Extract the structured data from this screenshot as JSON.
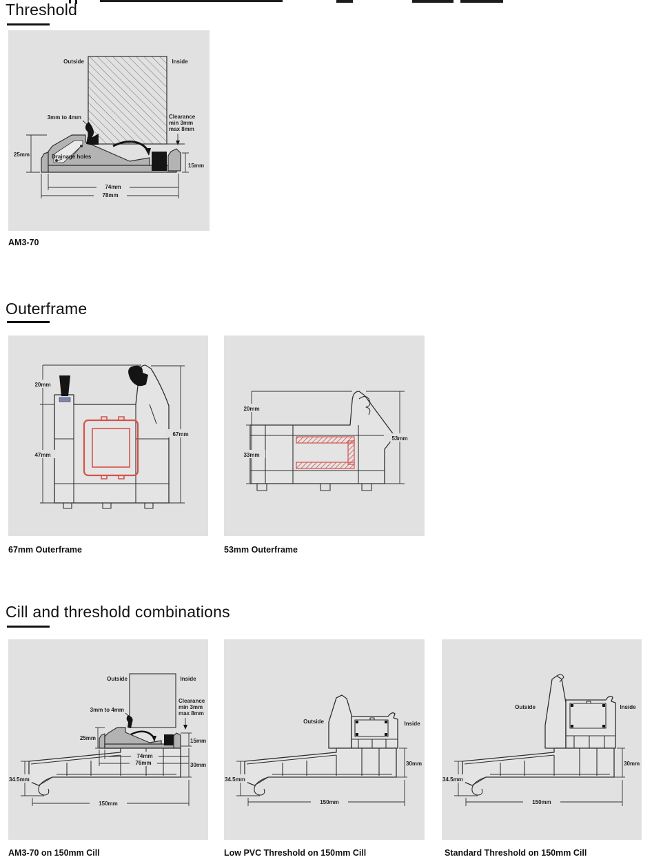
{
  "colors": {
    "panel_bg": "#e1e1e1",
    "outline": "#2f2f2f",
    "steel_red": "#d5524c",
    "aluminium": "#b3b3b3",
    "seal_black": "#141414",
    "heading": "#111111"
  },
  "sections": {
    "threshold": {
      "title": "Threshold",
      "figure": {
        "caption": "AM3-70",
        "labels": {
          "outside": "Outside",
          "inside": "Inside",
          "gap": "3mm to 4mm",
          "clearance_1": "Clearance",
          "clearance_2": "min 3mm",
          "clearance_3": "max 8mm",
          "drainage": "Drainage holes",
          "dim_left": "25mm",
          "dim_right": "15mm",
          "dim_inner": "74mm",
          "dim_outer": "78mm"
        }
      }
    },
    "outerframe": {
      "title": "Outerframe",
      "figures": [
        {
          "caption": "67mm Outerframe",
          "labels": {
            "dim_top": "20mm",
            "dim_bottom": "47mm",
            "dim_total": "67mm"
          }
        },
        {
          "caption": "53mm Outerframe",
          "labels": {
            "dim_top": "20mm",
            "dim_bottom": "33mm",
            "dim_total": "53mm"
          }
        }
      ]
    },
    "combinations": {
      "title": "Cill and threshold combinations",
      "figures": [
        {
          "caption": "AM3-70 on 150mm Cill",
          "labels": {
            "outside": "Outside",
            "inside": "Inside",
            "gap": "3mm to 4mm",
            "clearance_1": "Clearance",
            "clearance_2": "min 3mm",
            "clearance_3": "max 8mm",
            "dim_25": "25mm",
            "dim_15": "15mm",
            "dim_74": "74mm",
            "dim_76": "76mm",
            "dim_30": "30mm",
            "dim_345": "34.5mm",
            "dim_150": "150mm"
          }
        },
        {
          "caption": "Low PVC Threshold on 150mm Cill",
          "labels": {
            "outside": "Outside",
            "inside": "Inside",
            "dim_30": "30mm",
            "dim_345": "34.5mm",
            "dim_150": "150mm"
          }
        },
        {
          "caption": "Standard Threshold on 150mm Cill",
          "labels": {
            "outside": "Outside",
            "inside": "Inside",
            "dim_30": "30mm",
            "dim_345": "34.5mm",
            "dim_150": "150mm"
          }
        }
      ]
    }
  }
}
